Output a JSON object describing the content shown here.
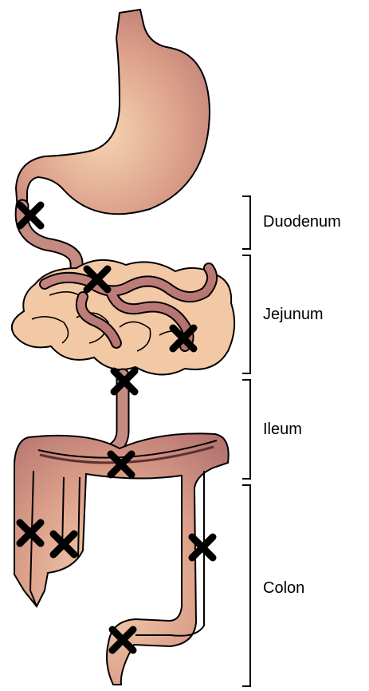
{
  "sections": [
    {
      "label": "Duodenum"
    },
    {
      "label": "Jejunum"
    },
    {
      "label": "Ileum"
    },
    {
      "label": "Colon"
    }
  ],
  "marker_icon": "x-mark-icon",
  "colors": {
    "tissue_light": "#f4cfac",
    "tissue_dark": "#b87572",
    "outline": "#000000",
    "marker": "#000000"
  }
}
